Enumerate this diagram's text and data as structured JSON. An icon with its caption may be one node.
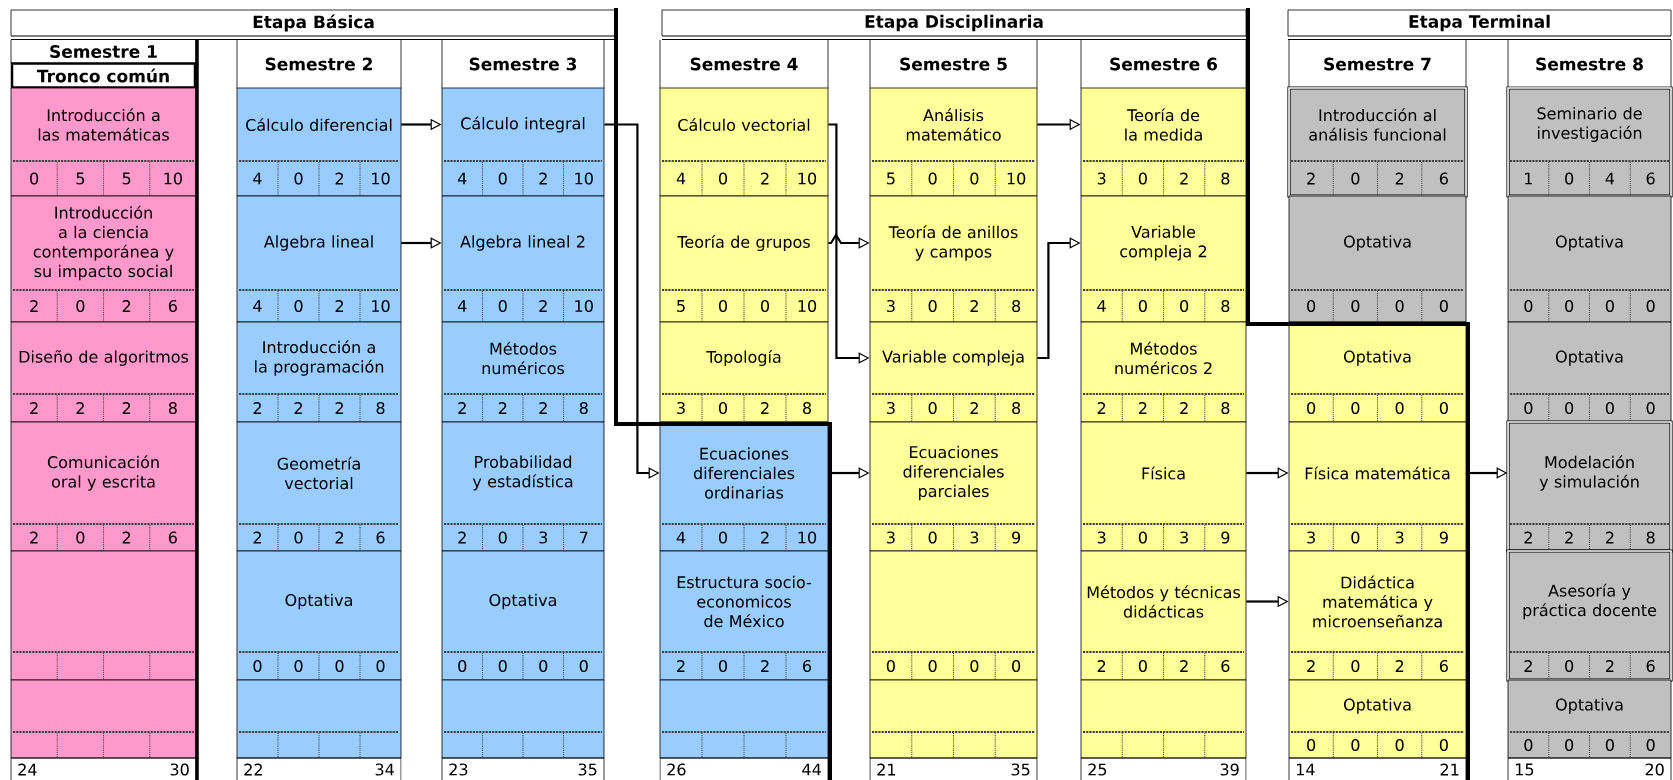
{
  "diagram": {
    "nodes": [
      {
        "text": [
          "Etapa Básica"
        ]
      },
      {
        "text": [
          "Etapa Disciplinaria"
        ]
      },
      {
        "text": [
          "Etapa Terminal"
        ]
      },
      {
        "text": [
          "Semestre 1"
        ]
      },
      {
        "text": [
          "Tronco común"
        ]
      },
      {
        "text": [
          "Introducción a las matemáticas",
          "0",
          "5",
          "5",
          "10"
        ]
      },
      {
        "text": [
          "Introducción a la ciencia contemporánea y su impacto social",
          "2",
          "0",
          "2",
          "6"
        ]
      },
      {
        "text": [
          "Diseño de algoritmos",
          "2",
          "2",
          "2",
          "8"
        ]
      },
      {
        "text": [
          "Comunicación oral y escrita",
          "2",
          "0",
          "2",
          "6"
        ]
      },
      {
        "text": [],
        "shape": "box"
      },
      {
        "text": [],
        "shape": "box",
        "beside": [
          "24",
          "30"
        ]
      },
      {
        "text": [
          "Semestre 2"
        ]
      },
      {
        "text": [
          "Cálculo diferencial",
          "4",
          "0",
          "2",
          "10"
        ]
      },
      {
        "text": [
          "Algebra lineal",
          "4",
          "0",
          "2",
          "10"
        ]
      },
      {
        "text": [
          "Introducción a la programación",
          "2",
          "2",
          "2",
          "8"
        ]
      },
      {
        "text": [
          "Geometría vectorial",
          "2",
          "0",
          "2",
          "6"
        ]
      },
      {
        "text": [
          "Optativa",
          "0",
          "0",
          "0",
          "0"
        ]
      },
      {
        "text": [],
        "shape": "box",
        "beside": [
          "22",
          "34"
        ]
      },
      {
        "text": [
          "Semestre 3"
        ]
      },
      {
        "text": [
          "Cálculo integral",
          "4",
          "0",
          "2",
          "10"
        ]
      },
      {
        "text": [
          "Algebra lineal 2",
          "4",
          "0",
          "2",
          "10"
        ]
      },
      {
        "text": [
          "Métodos numéricos",
          "2",
          "2",
          "2",
          "8"
        ]
      },
      {
        "text": [
          "Probabilidad y estadística",
          "2",
          "0",
          "3",
          "7"
        ]
      },
      {
        "text": [
          "Optativa",
          "0",
          "0",
          "0",
          "0"
        ]
      },
      {
        "text": [],
        "shape": "box",
        "beside": [
          "23",
          "35"
        ]
      },
      {
        "text": [
          "Semestre 4"
        ]
      },
      {
        "text": [
          "Cálculo vectorial",
          "4",
          "0",
          "2",
          "10"
        ]
      },
      {
        "text": [
          "Teoría de grupos",
          "5",
          "0",
          "0",
          "10"
        ]
      },
      {
        "text": [
          "Topología",
          "3",
          "0",
          "2",
          "8"
        ]
      },
      {
        "text": [
          "Ecuaciones diferenciales ordinarias",
          "4",
          "0",
          "2",
          "10"
        ]
      },
      {
        "text": [
          "Estructura socio-economicos de México",
          "2",
          "0",
          "2",
          "6"
        ]
      },
      {
        "text": [],
        "shape": "box",
        "beside": [
          "26",
          "44"
        ]
      },
      {
        "text": [
          "Semestre 5"
        ]
      },
      {
        "text": [
          "Análisis matemático",
          "5",
          "0",
          "0",
          "10"
        ]
      },
      {
        "text": [
          "Teoría de anillos y campos",
          "3",
          "0",
          "2",
          "8"
        ]
      },
      {
        "text": [
          "Variable compleja",
          "3",
          "0",
          "2",
          "8"
        ]
      },
      {
        "text": [
          "Ecuaciones diferenciales parciales",
          "3",
          "0",
          "3",
          "9"
        ]
      },
      {
        "text": [
          "0",
          "0",
          "0",
          "0"
        ]
      },
      {
        "text": [],
        "shape": "box",
        "beside": [
          "21",
          "35"
        ]
      },
      {
        "text": [
          "Semestre 6"
        ]
      },
      {
        "text": [
          "Teoría de la medida",
          "3",
          "0",
          "2",
          "8"
        ]
      },
      {
        "text": [
          "Variable compleja 2",
          "4",
          "0",
          "0",
          "8"
        ]
      },
      {
        "text": [
          "Métodos numéricos 2",
          "2",
          "2",
          "2",
          "8"
        ]
      },
      {
        "text": [
          "Física",
          "3",
          "0",
          "3",
          "9"
        ]
      },
      {
        "text": [
          "Métodos y técnicas didácticas",
          "2",
          "0",
          "2",
          "6"
        ]
      },
      {
        "text": [],
        "shape": "box",
        "beside": [
          "25",
          "39"
        ]
      },
      {
        "text": [
          "Semestre 7"
        ]
      },
      {
        "text": [
          "Introducción al análisis funcional",
          "2",
          "0",
          "2",
          "6"
        ]
      },
      {
        "text": [
          "Optativa",
          "0",
          "0",
          "0",
          "0"
        ]
      },
      {
        "text": [
          "Optativa",
          "0",
          "0",
          "0",
          "0"
        ]
      },
      {
        "text": [
          "Física matemática",
          "3",
          "0",
          "3",
          "9"
        ]
      },
      {
        "text": [
          "Didáctica matemática y microenseñanza",
          "2",
          "0",
          "2",
          "6"
        ]
      },
      {
        "text": [
          "Optativa",
          "0",
          "0",
          "0",
          "0"
        ],
        "beside": [
          "14",
          "21"
        ]
      },
      {
        "text": [
          "Semestre 8"
        ]
      },
      {
        "text": [
          "Seminario de investigación",
          "1",
          "0",
          "4",
          "6"
        ]
      },
      {
        "text": [
          "Optativa",
          "0",
          "0",
          "0",
          "0"
        ]
      },
      {
        "text": [
          "Optativa",
          "0",
          "0",
          "0",
          "0"
        ]
      },
      {
        "text": [
          "Modelación y simulación",
          "2",
          "2",
          "2",
          "8"
        ]
      },
      {
        "text": [
          "Asesoría y práctica docente",
          "2",
          "0",
          "2",
          "6"
        ]
      },
      {
        "text": [
          "Optativa",
          "0",
          "0",
          "0",
          "0"
        ],
        "beside": [
          "15",
          "20"
        ]
      }
    ],
    "edges": [
      {
        "from": 12,
        "to": 19,
        "arrow": "to"
      },
      {
        "from": 13,
        "to": 20,
        "arrow": "to"
      },
      {
        "from": 19,
        "to": 29,
        "arrow": "to"
      },
      {
        "from": 26,
        "to": 35,
        "arrow": "to"
      },
      {
        "from": 27,
        "to": 34,
        "arrow": "to"
      },
      {
        "from": 29,
        "to": 36,
        "arrow": "to"
      },
      {
        "from": 33,
        "to": 40,
        "arrow": "to"
      },
      {
        "from": 35,
        "to": 41,
        "arrow": "to"
      },
      {
        "from": 43,
        "to": 50,
        "arrow": "to"
      },
      {
        "from": 44,
        "to": 51,
        "arrow": "to"
      },
      {
        "from": 50,
        "to": 57,
        "arrow": "to"
      }
    ]
  }
}
